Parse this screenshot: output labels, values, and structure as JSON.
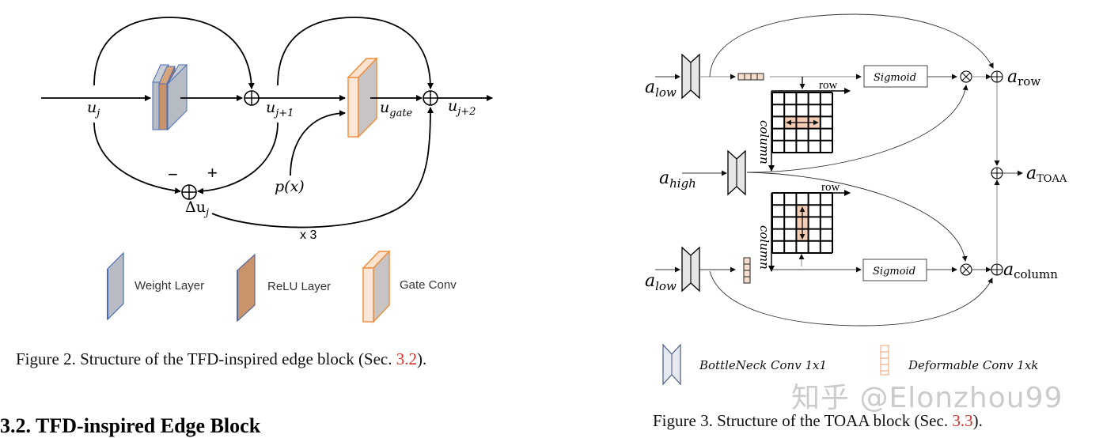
{
  "figure2": {
    "labels": {
      "u_j": "u",
      "u_j_sub": "j",
      "u_j1": "u",
      "u_j1_sub": "j+1",
      "u_gate": "u",
      "u_gate_sub": "gate",
      "u_j2": "u",
      "u_j2_sub": "j+2",
      "p_x": "p(x)",
      "delta_u": "Δu",
      "delta_u_sub": "j",
      "minus": "−",
      "plus": "+",
      "repeat": "x 3"
    },
    "legend": [
      {
        "label": "Weight Layer",
        "color": "#b7bcc4",
        "edge": "#4a6fb5"
      },
      {
        "label": "ReLU Layer",
        "color": "#c9946b",
        "edge": "#4a6fb5"
      },
      {
        "label": "Gate Conv",
        "color": "#c8c4c4",
        "edge": "#ed8c3b"
      }
    ],
    "caption_prefix": "Figure 2. Structure of the TFD-inspired edge block (Sec. ",
    "caption_ref": "3.2",
    "caption_suffix": ")."
  },
  "section_heading": "3.2. TFD-inspired Edge Block",
  "figure3": {
    "labels": {
      "a_low_top": "a",
      "a_low_top_sub": "low",
      "a_high": "a",
      "a_high_sub": "high",
      "a_low_bottom": "a",
      "a_low_bottom_sub": "low",
      "row_top": "row",
      "column_top": "column",
      "row_bottom": "row",
      "column_bottom": "column",
      "sigmoid_top": "Sigmoid",
      "sigmoid_bottom": "Sigmoid",
      "a_row": "a",
      "a_row_sub": "row",
      "a_toaa": "a",
      "a_toaa_sub": "TOAA",
      "a_column": "a",
      "a_column_sub": "column"
    },
    "legend": [
      {
        "label": "BottleNeck Conv 1x1"
      },
      {
        "label": "Deformable Conv 1xk"
      }
    ],
    "highlight_color": "#f5cdb5",
    "caption_prefix": "Figure 3. Structure of the TOAA block (Sec. ",
    "caption_ref": "3.3",
    "caption_suffix": ")."
  },
  "watermark": "知乎 @Elonzhou99"
}
